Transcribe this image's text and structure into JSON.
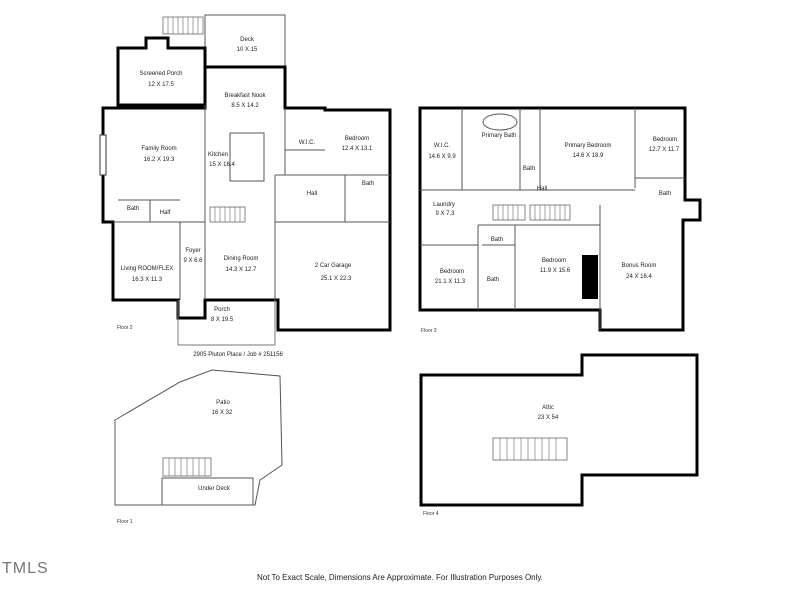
{
  "floor2": {
    "label": "Floor 2",
    "rooms": {
      "deck": {
        "name": "Deck",
        "dims": "10 X 15"
      },
      "screened_porch": {
        "name": "Screened Porch",
        "dims": "12 X 17.5"
      },
      "breakfast_nook": {
        "name": "Breakfast Nook",
        "dims": "8.5 X 14.2"
      },
      "family_room": {
        "name": "Family Room",
        "dims": "16.2 X 19.3"
      },
      "kitchen": {
        "name": "Kitchen",
        "dims": "15 X 16.4"
      },
      "wic": {
        "name": "W.I.C."
      },
      "bedroom": {
        "name": "Bedroom",
        "dims": "12.4 X 13.1"
      },
      "hall": {
        "name": "Hall"
      },
      "bath_right": {
        "name": "Bath"
      },
      "bath_left": {
        "name": "Bath"
      },
      "half": {
        "name": "Half"
      },
      "foyer": {
        "name": "Foyer",
        "dims": "9 X 6.6"
      },
      "dining": {
        "name": "Dining Room",
        "dims": "14.3 X 12.7"
      },
      "living": {
        "name": "Living ROOM/FLEX",
        "dims": "16.3 X 11.3"
      },
      "garage": {
        "name": "2 Car Garage",
        "dims": "25.1 X 22.3"
      },
      "porch": {
        "name": "Porch",
        "dims": "8 X 19.5"
      }
    }
  },
  "job_label": "2905 Pluton Place / Job # 251156",
  "floor1": {
    "label": "Floor 1",
    "rooms": {
      "patio": {
        "name": "Patio",
        "dims": "16 X 32"
      },
      "under_deck": {
        "name": "Under Deck"
      }
    }
  },
  "floor3": {
    "label": "Floor 3",
    "rooms": {
      "wic": {
        "name": "W.I.C.",
        "dims": "14.6 X 9.9"
      },
      "primary_bath": {
        "name": "Primary Bath"
      },
      "primary_bedroom": {
        "name": "Primary Bedroom",
        "dims": "14.6 X 18.9"
      },
      "bedroom_ne": {
        "name": "Bedroom",
        "dims": "12.7 X 11.7"
      },
      "bath_primary": {
        "name": "Bath"
      },
      "hall": {
        "name": "Hall"
      },
      "laundry": {
        "name": "Laundry",
        "dims": "9 X 7.3"
      },
      "bath_ne": {
        "name": "Bath"
      },
      "bath_mid": {
        "name": "Bath"
      },
      "bedroom_sw": {
        "name": "Bedroom",
        "dims": "21.1 X 11.3"
      },
      "bedroom_mid": {
        "name": "Bedroom",
        "dims": "11.9 X 15.6"
      },
      "bath_sw": {
        "name": "Bath"
      },
      "bonus": {
        "name": "Bonus Room",
        "dims": "24 X 16.4"
      }
    }
  },
  "floor4": {
    "label": "Floor 4",
    "rooms": {
      "attic": {
        "name": "Attic",
        "dims": "23 X 54"
      }
    }
  },
  "mls_mark": "TMLS",
  "disclaimer": "Not To Exact Scale, Dimensions Are Approximate. For Illustration Purposes Only."
}
